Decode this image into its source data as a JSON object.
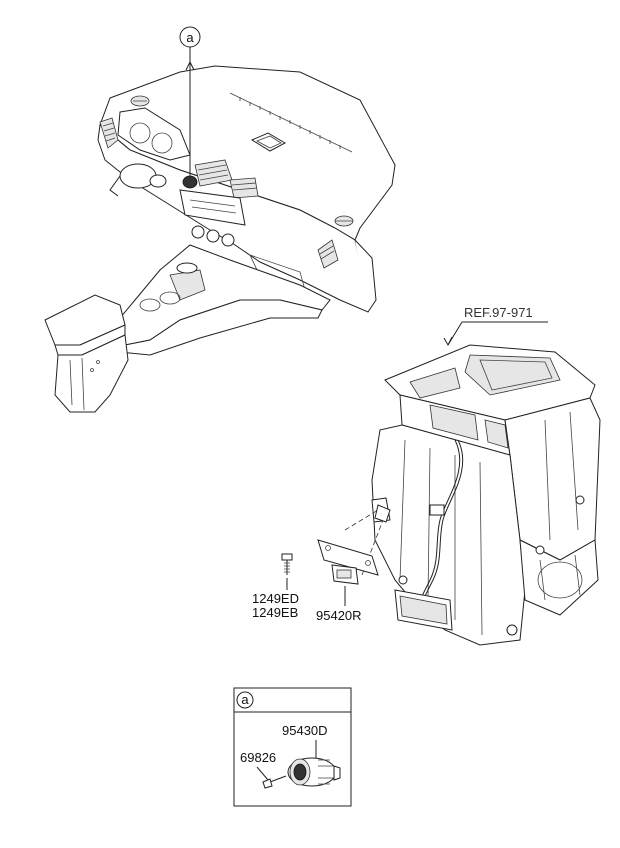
{
  "callouts": {
    "main_marker": "a",
    "detail_marker": "a"
  },
  "labels": {
    "ref": "REF.97-971",
    "bolt_a": "1249ED",
    "bolt_b": "1249EB",
    "sensor_main": "95420R",
    "detail_sensor": "95430D",
    "detail_screw": "69826"
  }
}
